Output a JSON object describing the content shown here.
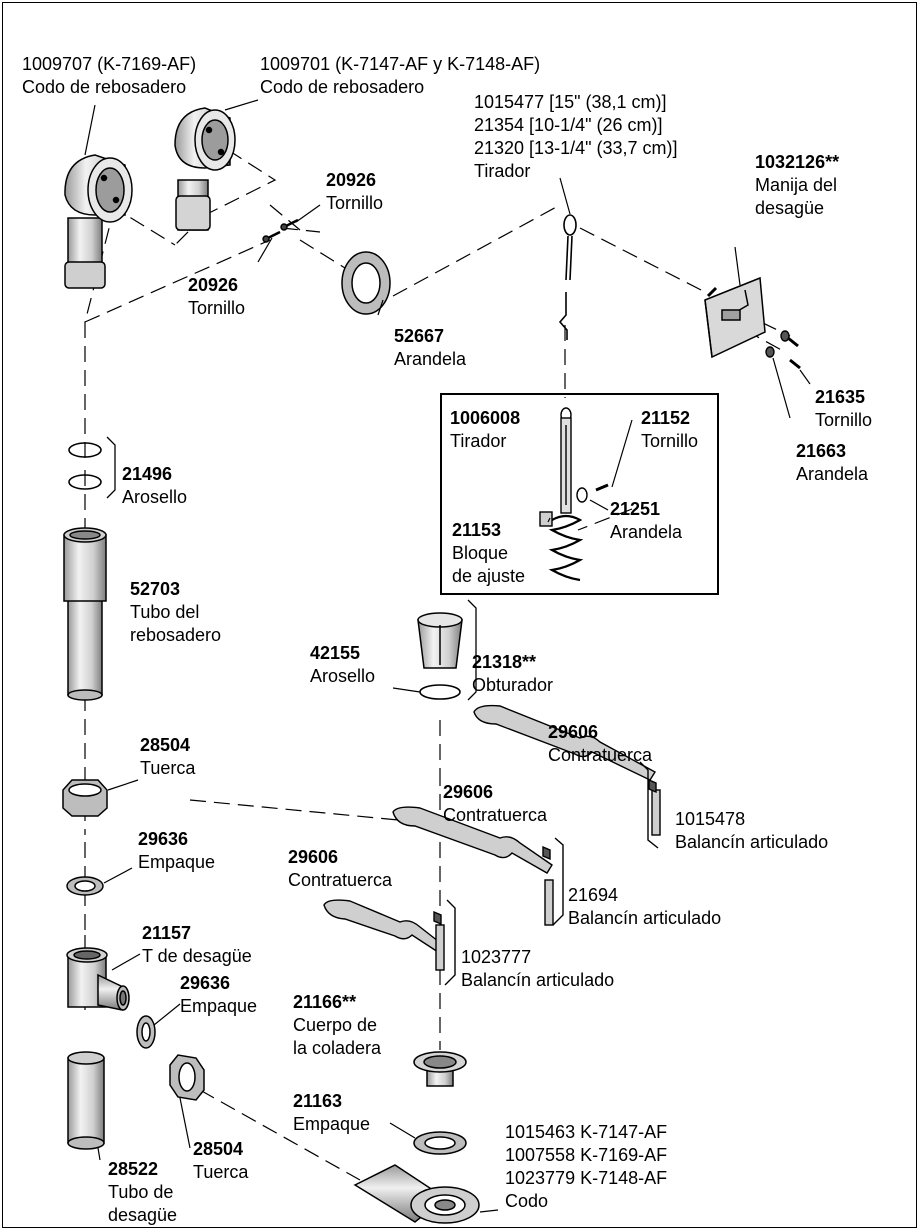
{
  "parts": [
    {
      "id": "overflow-elbow-7169",
      "part_no": "1009707 (K-7169-AF)",
      "name": "Codo de rebosadero"
    },
    {
      "id": "overflow-elbow-7147",
      "part_no": "1009701 (K-7147-AF y K-7148-AF)",
      "name": "Codo de rebosadero"
    },
    {
      "id": "trip-lever-rod",
      "part_no_lines": [
        "1015477 [15\" (38,1 cm)]",
        "21354 [10-1/4\" (26 cm)]",
        "21320 [13-1/4\" (33,7 cm)]"
      ],
      "name": "Tirador"
    },
    {
      "id": "drain-handle",
      "part_no": "1032126**",
      "name_lines": [
        "Manija del",
        "desagüe"
      ]
    },
    {
      "id": "screw-upper",
      "part_no": "20926",
      "name": "Tornillo"
    },
    {
      "id": "screw-lower",
      "part_no": "20926",
      "name": "Tornillo"
    },
    {
      "id": "washer-52667",
      "part_no": "52667",
      "name": "Arandela"
    },
    {
      "id": "screw-21635",
      "part_no": "21635",
      "name": "Tornillo"
    },
    {
      "id": "washer-21663",
      "part_no": "21663",
      "name": "Arandela"
    },
    {
      "id": "inset-rod",
      "part_no": "1006008",
      "name": "Tirador"
    },
    {
      "id": "inset-screw",
      "part_no": "21152",
      "name": "Tornillo"
    },
    {
      "id": "inset-block",
      "part_no": "21153",
      "name_lines": [
        "Bloque",
        "de ajuste"
      ]
    },
    {
      "id": "inset-washer",
      "part_no": "21251",
      "name": "Arandela"
    },
    {
      "id": "o-ring-21496",
      "part_no": "21496",
      "name": "Arosello"
    },
    {
      "id": "overflow-tube",
      "part_no": "52703",
      "name_lines": [
        "Tubo del",
        "rebosadero"
      ]
    },
    {
      "id": "o-ring-42155",
      "part_no": "42155",
      "name": "Arosello"
    },
    {
      "id": "stopper",
      "part_no": "21318**",
      "name": "Obturador"
    },
    {
      "id": "nut-28504-top",
      "part_no": "28504",
      "name": "Tuerca"
    },
    {
      "id": "locknut-a",
      "part_no": "29606",
      "name": "Contratuerca"
    },
    {
      "id": "rocker-1015478",
      "part_no": "1015478",
      "name": "Balancín articulado"
    },
    {
      "id": "locknut-b",
      "part_no": "29606",
      "name": "Contratuerca"
    },
    {
      "id": "gasket-29636-top",
      "part_no": "29636",
      "name": "Empaque"
    },
    {
      "id": "rocker-21694",
      "part_no": "21694",
      "name": "Balancín articulado"
    },
    {
      "id": "locknut-c",
      "part_no": "29606",
      "name": "Contratuerca"
    },
    {
      "id": "rocker-1023777",
      "part_no": "1023777",
      "name": "Balancín articulado"
    },
    {
      "id": "drain-tee",
      "part_no": "21157",
      "name": "T de desagüe"
    },
    {
      "id": "gasket-29636-lower",
      "part_no": "29636",
      "name": "Empaque"
    },
    {
      "id": "strainer-body",
      "part_no": "21166**",
      "name_lines": [
        "Cuerpo de",
        "la coladera"
      ]
    },
    {
      "id": "gasket-21163",
      "part_no": "21163",
      "name": "Empaque"
    },
    {
      "id": "nut-28504-lower",
      "part_no": "28504",
      "name": "Tuerca"
    },
    {
      "id": "elbow",
      "part_no_lines": [
        "1015463 K-7147-AF",
        "1007558 K-7169-AF",
        "1023779 K-7148-AF"
      ],
      "name": "Codo"
    },
    {
      "id": "drain-tube",
      "part_no": "28522",
      "name_lines": [
        "Tubo de",
        "desagüe"
      ]
    }
  ],
  "colors": {
    "line": "#000000",
    "fill_light": "#e6e6e6",
    "fill_mid": "#bdbdbd",
    "fill_dark": "#7a7a7a"
  }
}
